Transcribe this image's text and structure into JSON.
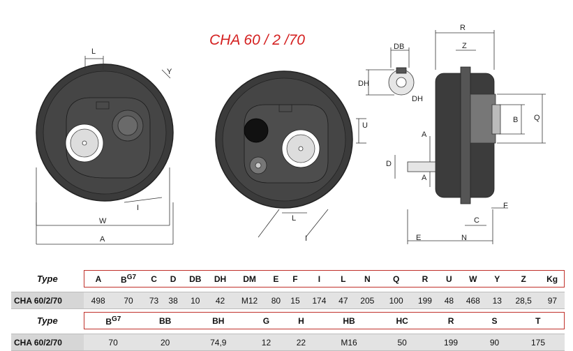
{
  "title": "CHA 60 / 2 /70",
  "dimension_labels": {
    "L": "L",
    "Y": "Y",
    "I": "I",
    "W": "W",
    "A": "A",
    "DB": "DB",
    "DH": "DH",
    "DH2": "DH",
    "U": "U",
    "D": "D",
    "R": "R",
    "Z": "Z",
    "B": "B",
    "Q": "Q",
    "F": "F",
    "C": "C",
    "E": "E",
    "N": "N"
  },
  "table1": {
    "type_label": "Type",
    "headers": [
      "A",
      "B",
      "C",
      "D",
      "DB",
      "DH",
      "DM",
      "E",
      "F",
      "I",
      "L",
      "N",
      "Q",
      "R",
      "U",
      "W",
      "Y",
      "Z",
      "Kg"
    ],
    "header_sup_b": "G7",
    "model": "CHA 60/2/70",
    "values": [
      "498",
      "70",
      "73",
      "38",
      "10",
      "42",
      "M12",
      "80",
      "15",
      "174",
      "47",
      "205",
      "100",
      "199",
      "48",
      "468",
      "13",
      "28,5",
      "97"
    ]
  },
  "table2": {
    "type_label": "Type",
    "headers": [
      "B",
      "BB",
      "BH",
      "G",
      "H",
      "HB",
      "HC",
      "R",
      "S",
      "T"
    ],
    "header_sup_b": "G7",
    "model": "CHA 60/2/70",
    "values": [
      "70",
      "20",
      "74,9",
      "12",
      "22",
      "M16",
      "50",
      "199",
      "90",
      "175"
    ]
  }
}
